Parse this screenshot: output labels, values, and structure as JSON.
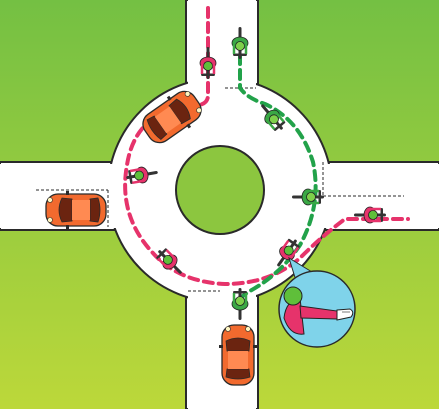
{
  "colors": {
    "grass_top": "#7dc242",
    "grass_bottom": "#b9d63a",
    "road": "#ffffff",
    "road_edge": "#2a2a2a",
    "island": "#8cc63f",
    "car_body": "#f26a2e",
    "car_roof": "#7a2a10",
    "pink_path": "#e6336b",
    "green_path": "#22a24a",
    "cyclist_pink": "#e6336b",
    "cyclist_green": "#3aa845",
    "inset_bg": "#7fd3ea",
    "helmet": "#5fbf3a"
  },
  "diagram": {
    "elements": [
      {
        "name": "car-top-left",
        "icon": "car-icon"
      },
      {
        "name": "car-left-road",
        "icon": "car-icon"
      },
      {
        "name": "car-bottom-road",
        "icon": "car-icon"
      },
      {
        "name": "cyclist-pink-path",
        "icon": "cyclist-icon"
      },
      {
        "name": "cyclist-green-path",
        "icon": "cyclist-icon"
      },
      {
        "name": "hand-signal-inset",
        "icon": "hand-signal-icon"
      }
    ]
  }
}
